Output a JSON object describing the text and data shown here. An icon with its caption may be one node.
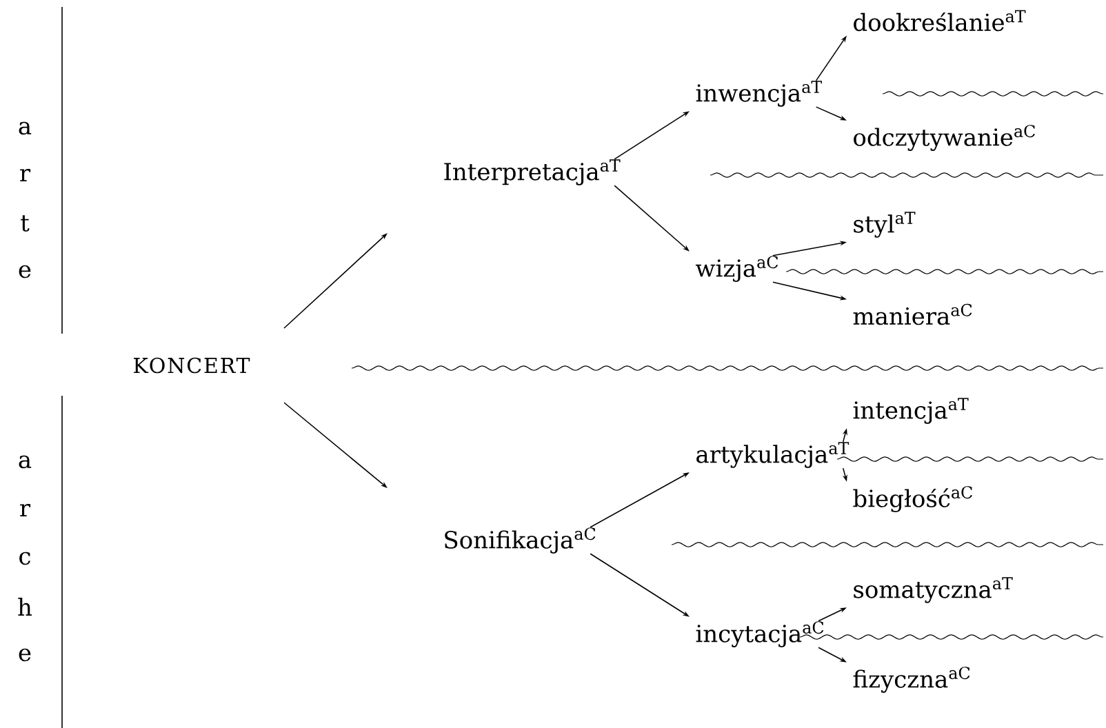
{
  "diagram": {
    "nodes": [
      {
        "text": [
          "dookreślanie$^{aT}$"
        ]
      },
      {
        "text": [
          "inwencja$^{aT}$"
        ]
      },
      {
        "text": [
          "odczytywanie$^{aC}$"
        ]
      },
      {
        "text": [
          "Interpretacja$^{aT}$"
        ]
      },
      {
        "text": [
          "styl$^{aT}$"
        ]
      },
      {
        "text": [
          "wizja$^{aC}$"
        ]
      },
      {
        "text": [
          "maniera$^{aC}$"
        ]
      },
      {
        "text": [
          "KONCERT"
        ]
      },
      {
        "text": [
          "intencja$^{aT}$"
        ]
      },
      {
        "text": [
          "artykulacja$^{aT}$"
        ]
      },
      {
        "text": [
          "biegłość$^{aC}$"
        ]
      },
      {
        "text": [
          "Sonifikacja$^{aC}$"
        ]
      },
      {
        "text": [
          "somatyczna$^{aT}$"
        ]
      },
      {
        "text": [
          "incytacja$^{aC}$"
        ]
      },
      {
        "text": [
          "fizyczna$^{aC}$"
        ]
      }
    ],
    "edges": [
      {
        "from": 7,
        "to": 3,
        "arrow": "to"
      },
      {
        "from": 7,
        "to": 11,
        "arrow": "to"
      },
      {
        "from": 3,
        "to": 1,
        "arrow": "to"
      },
      {
        "from": 3,
        "to": 5,
        "arrow": "to"
      },
      {
        "from": 1,
        "to": 0,
        "arrow": "to"
      },
      {
        "from": 1,
        "to": 2,
        "arrow": "to"
      },
      {
        "from": 5,
        "to": 4,
        "arrow": "to"
      },
      {
        "from": 5,
        "to": 6,
        "arrow": "to"
      },
      {
        "from": 11,
        "to": 9,
        "arrow": "to"
      },
      {
        "from": 11,
        "to": 13,
        "arrow": "to"
      },
      {
        "from": 9,
        "to": 8,
        "arrow": "to"
      },
      {
        "from": 9,
        "to": 10,
        "arrow": "to"
      },
      {
        "from": 13,
        "to": 12,
        "arrow": "to"
      },
      {
        "from": 13,
        "to": 14,
        "arrow": "to"
      }
    ],
    "labels": [
      "a",
      "r",
      "t",
      "e",
      "a",
      "r",
      "c",
      "h",
      "e"
    ]
  }
}
